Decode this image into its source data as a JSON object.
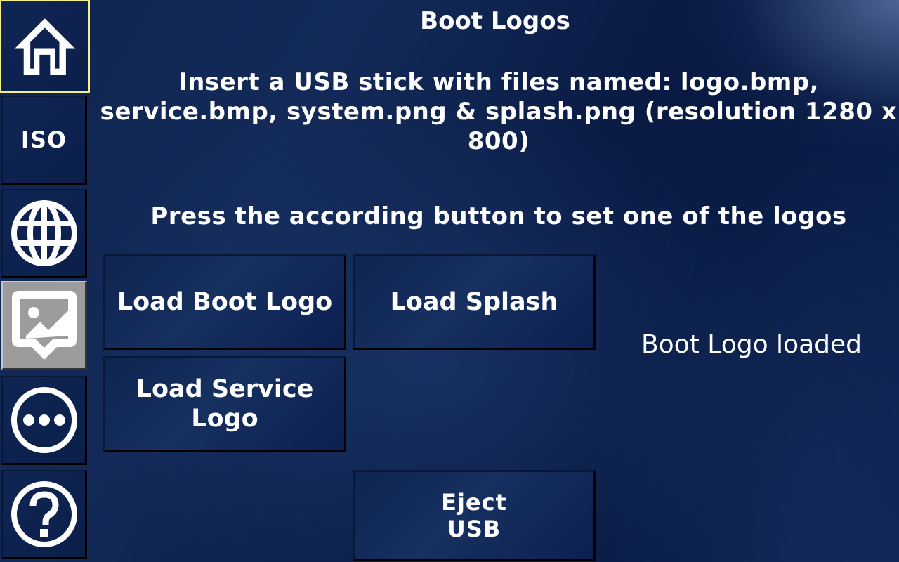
{
  "sidebar": {
    "items": [
      {
        "id": "home",
        "icon": "home-icon",
        "state": "focused"
      },
      {
        "id": "iso",
        "label": "ISO",
        "state": "normal"
      },
      {
        "id": "network",
        "icon": "globe-icon",
        "state": "normal"
      },
      {
        "id": "boot-logos",
        "icon": "image-icon",
        "state": "active"
      },
      {
        "id": "more",
        "icon": "more-icon",
        "state": "normal"
      },
      {
        "id": "help",
        "icon": "help-icon",
        "state": "normal"
      }
    ],
    "focus_color": "#f5ef8a",
    "active_color": "#9c9c9c"
  },
  "main": {
    "title": "Boot Logos",
    "instructions": "Insert a USB stick with files named:  logo.bmp, service.bmp, system.png & splash.png (resolution 1280 x 800)",
    "press_text": "Press the according button to set one of the logos",
    "buttons": {
      "load_boot_logo": "Load Boot Logo",
      "load_splash": "Load Splash",
      "load_service_logo": "Load Service Logo",
      "eject_usb": "Eject USB"
    },
    "status": "Boot Logo loaded"
  }
}
